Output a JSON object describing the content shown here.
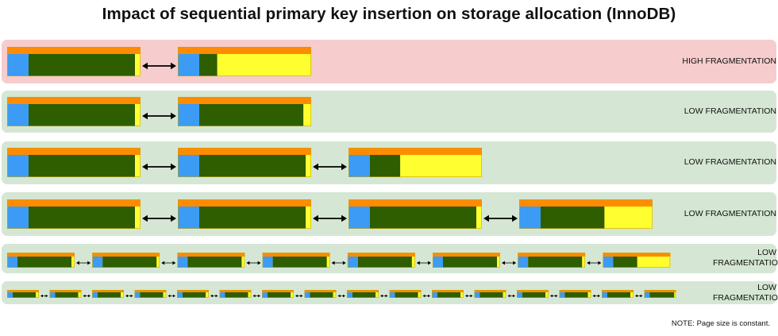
{
  "title": "Impact of sequential primary key insertion on storage allocation (InnoDB)",
  "note": "NOTE: Page size is constant.",
  "colors": {
    "header": "#ff8c00",
    "primary_key": "#3c9bf4",
    "record_data": "#2e5e00",
    "free_space": "#ffff30",
    "high_frag_background": "#f6cccc",
    "low_frag_background": "#d5e7d4",
    "arrow": "#000000"
  },
  "rows": [
    {
      "label": "HIGH FRAGMENTATION",
      "fragmentation": "high",
      "pages": 2,
      "last_page_fill": 0.16
    },
    {
      "label": "LOW FRAGMENTATION",
      "fragmentation": "low",
      "pages": 2,
      "last_page_fill": 0.93
    },
    {
      "label": "LOW FRAGMENTATION",
      "fragmentation": "low",
      "pages": 3,
      "last_page_fill": 0.27
    },
    {
      "label": "LOW FRAGMENTATION",
      "fragmentation": "low",
      "pages": 4,
      "last_page_fill": 0.57
    },
    {
      "label": "LOW FRAGMENTATION",
      "fragmentation": "low",
      "pages": 8,
      "last_page_fill": 0.42
    },
    {
      "label": "LOW FRAGMENTATION",
      "fragmentation": "low",
      "pages": 16,
      "last_page_fill": 0.93
    }
  ]
}
